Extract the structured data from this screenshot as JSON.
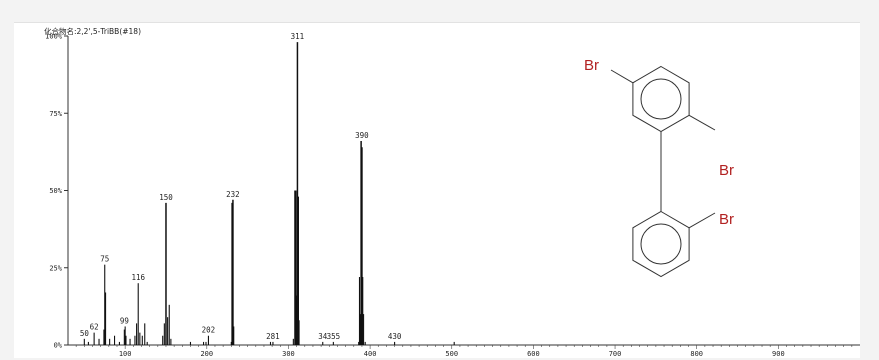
{
  "chart_data": {
    "type": "bar",
    "title": "化合物名:2,2',5-TriBB(#18)",
    "xlabel": "",
    "ylabel": "",
    "xlim": [
      30,
      1000
    ],
    "ylim": [
      0,
      100
    ],
    "x_ticks": [
      100,
      200,
      300,
      400,
      500,
      600,
      700,
      800,
      900
    ],
    "y_ticks": [
      {
        "value": 0,
        "label": "0%"
      },
      {
        "value": 25,
        "label": "25%"
      },
      {
        "value": 50,
        "label": "50%"
      },
      {
        "value": 75,
        "label": "75%"
      },
      {
        "value": 100,
        "label": "100%"
      }
    ],
    "grid": false,
    "series": [
      {
        "x": [
          50,
          55,
          62,
          68,
          74,
          75,
          76,
          81,
          87,
          93,
          99,
          100,
          101,
          106,
          112,
          114,
          116,
          118,
          121,
          124,
          127,
          146,
          148,
          150,
          152,
          154,
          156,
          180,
          196,
          199,
          202,
          230,
          231,
          232,
          233,
          278,
          281,
          306,
          308,
          309,
          310,
          311,
          312,
          313,
          342,
          355,
          386,
          387,
          388,
          389,
          390,
          391,
          392,
          394,
          430,
          503
        ],
        "values": [
          2,
          1,
          4,
          2,
          5,
          26,
          17,
          2,
          3,
          1,
          5,
          6,
          3,
          2,
          3,
          7,
          20,
          4,
          3,
          7,
          1,
          3,
          7,
          46,
          9,
          13,
          2,
          1,
          1,
          1,
          3,
          1,
          46,
          47,
          6,
          1,
          1,
          2,
          50,
          50,
          16,
          98,
          48,
          8,
          1,
          1,
          1,
          22,
          10,
          66,
          64,
          22,
          10,
          1,
          1,
          1
        ]
      }
    ],
    "peak_labels": [
      {
        "x": 50,
        "value": 2,
        "label": "50"
      },
      {
        "x": 62,
        "value": 4,
        "label": "62"
      },
      {
        "x": 75,
        "value": 26,
        "label": "75"
      },
      {
        "x": 99,
        "value": 6,
        "label": "99"
      },
      {
        "x": 116,
        "value": 20,
        "label": "116"
      },
      {
        "x": 150,
        "value": 46,
        "label": "150"
      },
      {
        "x": 202,
        "value": 3,
        "label": "202"
      },
      {
        "x": 232,
        "value": 47,
        "label": "232"
      },
      {
        "x": 281,
        "value": 1,
        "label": "281"
      },
      {
        "x": 311,
        "value": 98,
        "label": "311"
      },
      {
        "x": 342,
        "value": 1,
        "label": "34"
      },
      {
        "x": 355,
        "value": 1,
        "label": "355"
      },
      {
        "x": 390,
        "value": 66,
        "label": "390"
      },
      {
        "x": 430,
        "value": 1,
        "label": "430"
      }
    ],
    "structure_labels": [
      "Br",
      "Br",
      "Br"
    ]
  }
}
